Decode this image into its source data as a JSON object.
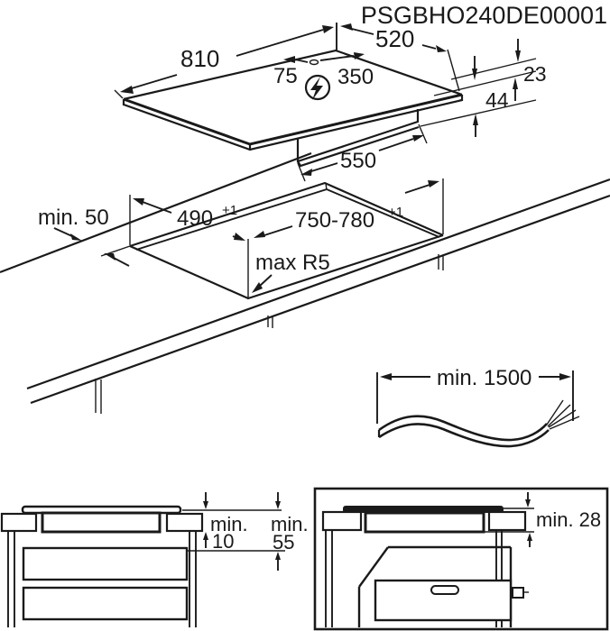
{
  "title": "PSGBHO240DE00001",
  "colors": {
    "line": "#1a1a1a",
    "background": "#ffffff"
  },
  "top_view": {
    "hob_width": "810",
    "hob_depth": "520",
    "cable_offset_left": "75",
    "cable_offset_right": "350",
    "glass_height": "23",
    "box_height": "44",
    "box_width": "550",
    "power_symbol": "lightning-bolt"
  },
  "cutout_view": {
    "rear_clearance": "min. 50",
    "cutout_depth": "490",
    "cutout_depth_tolerance": "+1",
    "cutout_width": "750-780",
    "cutout_width_tolerance": "+1",
    "corner_radius": "max R5"
  },
  "cable_view": {
    "cable_length": "min. 1500"
  },
  "drawer_install_view": {
    "gap1_word": "min.",
    "gap1_value": "10",
    "gap2_word": "min.",
    "gap2_value": "55"
  },
  "oven_install_view": {
    "clearance": "min. 28"
  }
}
